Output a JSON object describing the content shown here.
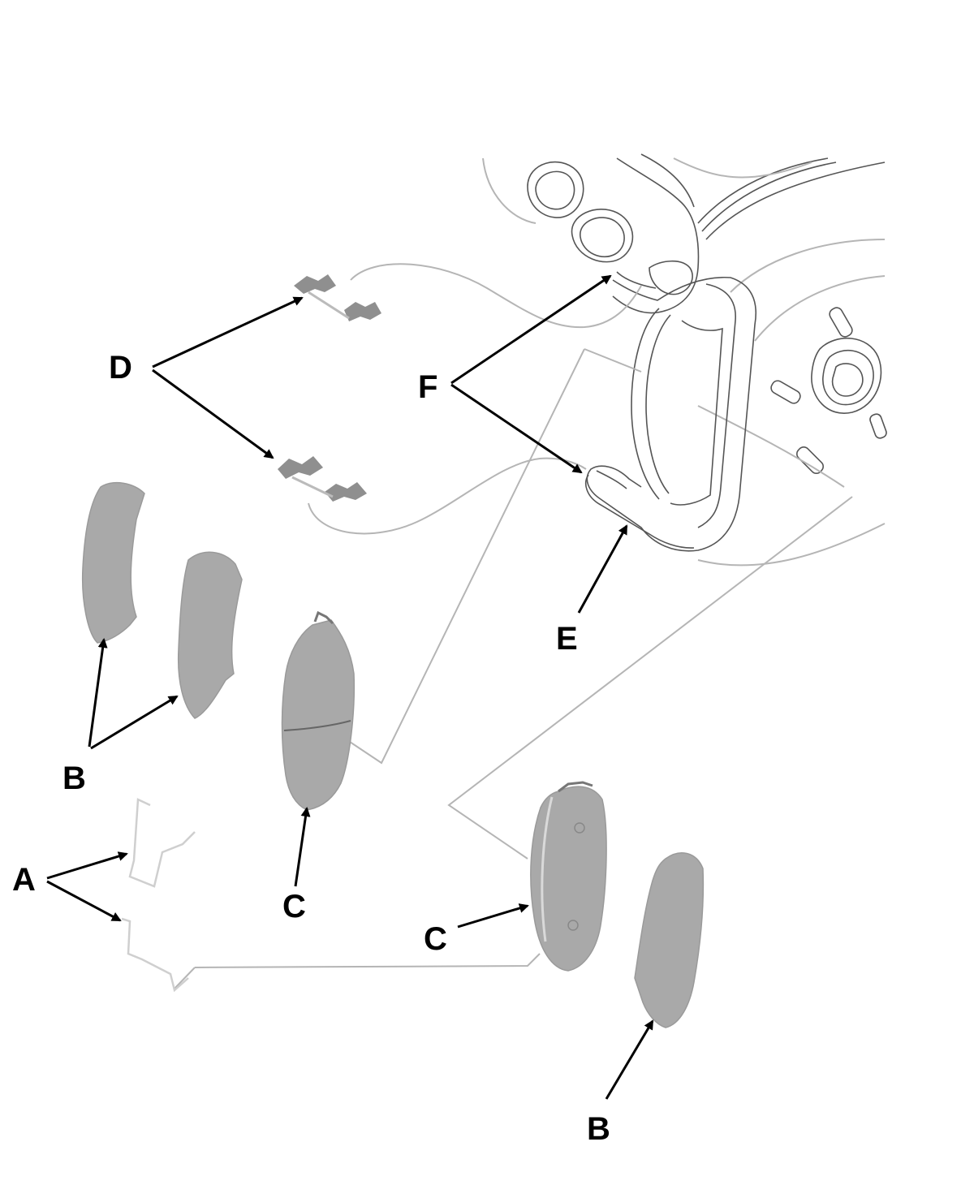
{
  "diagram": {
    "labels": {
      "A": "A",
      "B": "B",
      "C": "C",
      "D": "D",
      "E": "E",
      "F": "F"
    },
    "colors": {
      "pad_fill": "#a9a9a9",
      "line_art": "#555555",
      "faint_line": "#b5b5b5",
      "label": "#000000"
    }
  }
}
